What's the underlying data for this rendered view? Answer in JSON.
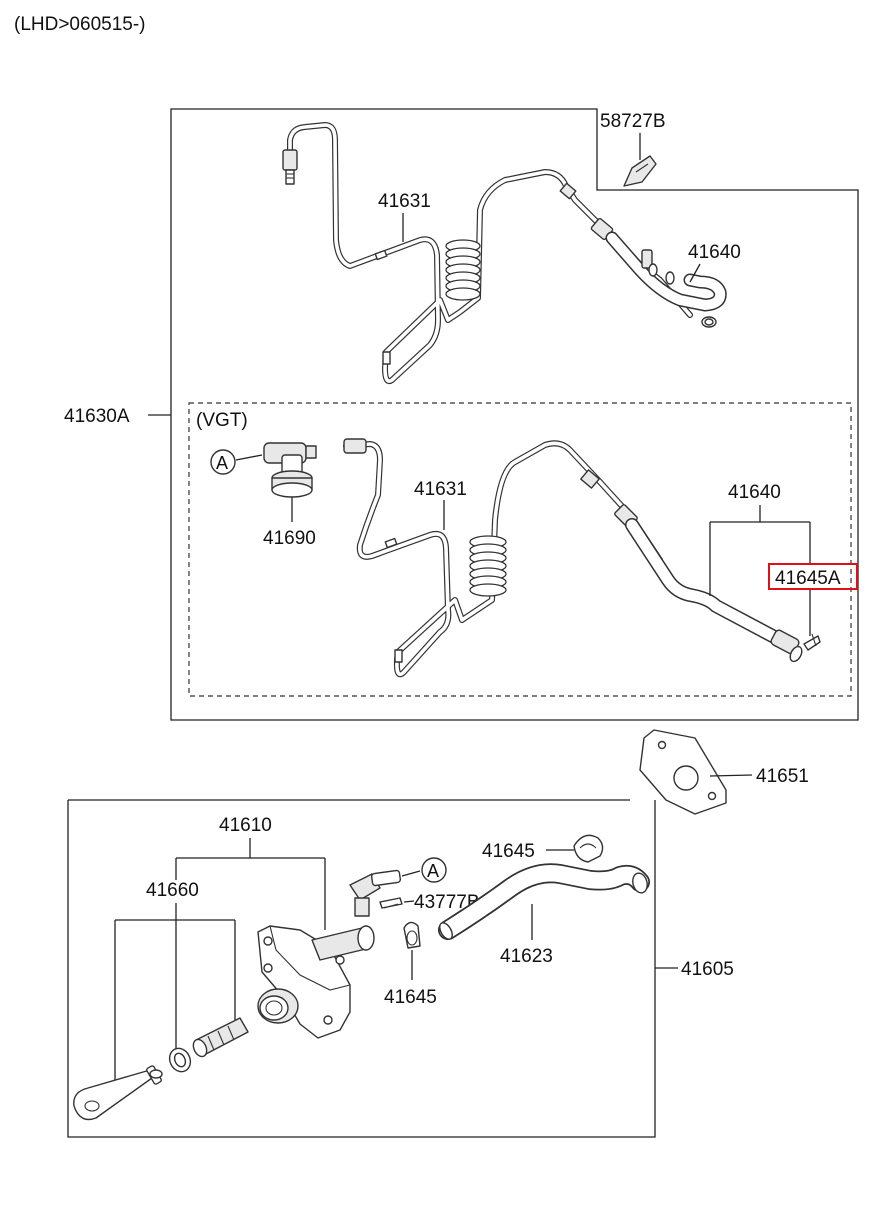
{
  "header": {
    "variant": "(LHD>060515-)"
  },
  "upper_group": {
    "frame_label": "41630A",
    "parts": {
      "bracket": "58727B",
      "tube_upper": "41631",
      "hose_upper": "41640"
    },
    "vgt_box": {
      "title": "(VGT)",
      "marker_a": "A",
      "connector": "41690",
      "tube": "41631",
      "hose": "41640",
      "clip_highlighted": "41645A"
    }
  },
  "gasket": "41651",
  "lower_group": {
    "frame_label": "41605",
    "parts": {
      "cylinder_assy": "41610",
      "boot": "41660",
      "clip_top": "41645",
      "marker_a": "A",
      "pin": "43777B",
      "clip_lower": "41645",
      "hose": "41623"
    }
  },
  "colors": {
    "highlight": "#e0101a",
    "line": "#222222"
  }
}
